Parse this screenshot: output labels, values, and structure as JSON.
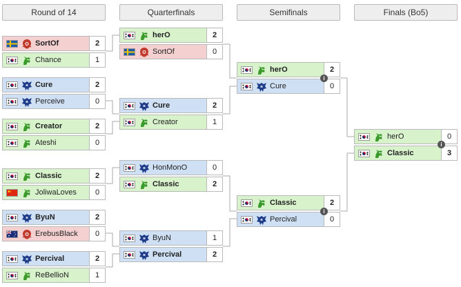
{
  "rounds": [
    {
      "label": "Round of 14"
    },
    {
      "label": "Quarterfinals"
    },
    {
      "label": "Semifinals"
    },
    {
      "label": "Finals (Bo5)"
    }
  ],
  "colors": {
    "zerg": "#f4d0d0",
    "terran": "#cfe0f4",
    "protoss": "#d8f2cc",
    "zerg_icon": "#c0392b",
    "terran_icon": "#1f3c8a",
    "protoss_icon": "#3a9a2a"
  },
  "matches": {
    "r14_1": [
      {
        "name": "SortOf",
        "flag": "flag-sweden",
        "race": "zerg",
        "score": "2",
        "win": true
      },
      {
        "name": "Chance",
        "flag": "flag-korea",
        "race": "protoss",
        "score": "1",
        "win": false
      }
    ],
    "r14_2": [
      {
        "name": "Cure",
        "flag": "flag-korea",
        "race": "terran",
        "score": "2",
        "win": true
      },
      {
        "name": "Perceive",
        "flag": "flag-korea",
        "race": "terran",
        "score": "0",
        "win": false
      }
    ],
    "r14_3": [
      {
        "name": "Creator",
        "flag": "flag-korea",
        "race": "protoss",
        "score": "2",
        "win": true
      },
      {
        "name": "Ateshi",
        "flag": "flag-korea",
        "race": "protoss",
        "score": "0",
        "win": false
      }
    ],
    "r14_4": [
      {
        "name": "Classic",
        "flag": "flag-korea",
        "race": "protoss",
        "score": "2",
        "win": true
      },
      {
        "name": "JoliwaLoves",
        "flag": "flag-china",
        "race": "protoss",
        "score": "0",
        "win": false
      }
    ],
    "r14_5": [
      {
        "name": "ByuN",
        "flag": "flag-korea",
        "race": "terran",
        "score": "2",
        "win": true
      },
      {
        "name": "ErebusBlack",
        "flag": "flag-australia",
        "race": "zerg",
        "score": "0",
        "win": false
      }
    ],
    "r14_6": [
      {
        "name": "Percival",
        "flag": "flag-korea",
        "race": "terran",
        "score": "2",
        "win": true
      },
      {
        "name": "ReBellioN",
        "flag": "flag-korea",
        "race": "protoss",
        "score": "1",
        "win": false
      }
    ],
    "qf_1": [
      {
        "name": "herO",
        "flag": "flag-korea",
        "race": "protoss",
        "score": "2",
        "win": true
      },
      {
        "name": "SortOf",
        "flag": "flag-sweden",
        "race": "zerg",
        "score": "0",
        "win": false
      }
    ],
    "qf_2": [
      {
        "name": "Cure",
        "flag": "flag-korea",
        "race": "terran",
        "score": "2",
        "win": true
      },
      {
        "name": "Creator",
        "flag": "flag-korea",
        "race": "protoss",
        "score": "1",
        "win": false
      }
    ],
    "qf_3": [
      {
        "name": "HonMonO",
        "flag": "flag-korea",
        "race": "terran",
        "score": "0",
        "win": false
      },
      {
        "name": "Classic",
        "flag": "flag-korea",
        "race": "protoss",
        "score": "2",
        "win": true
      }
    ],
    "qf_4": [
      {
        "name": "ByuN",
        "flag": "flag-korea",
        "race": "terran",
        "score": "1",
        "win": false
      },
      {
        "name": "Percival",
        "flag": "flag-korea",
        "race": "terran",
        "score": "2",
        "win": true
      }
    ],
    "sf_1": [
      {
        "name": "herO",
        "flag": "flag-korea",
        "race": "protoss",
        "score": "2",
        "win": true
      },
      {
        "name": "Cure",
        "flag": "flag-korea",
        "race": "terran",
        "score": "0",
        "win": false
      }
    ],
    "sf_2": [
      {
        "name": "Classic",
        "flag": "flag-korea",
        "race": "protoss",
        "score": "2",
        "win": true
      },
      {
        "name": "Percival",
        "flag": "flag-korea",
        "race": "terran",
        "score": "0",
        "win": false
      }
    ],
    "final": [
      {
        "name": "herO",
        "flag": "flag-korea",
        "race": "protoss",
        "score": "0",
        "win": false
      },
      {
        "name": "Classic",
        "flag": "flag-korea",
        "race": "protoss",
        "score": "3",
        "win": true
      }
    ]
  }
}
